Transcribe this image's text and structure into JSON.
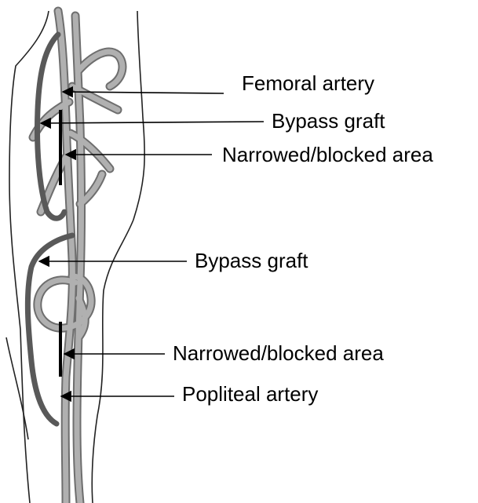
{
  "labels": {
    "femoral_artery": "Femoral artery",
    "bypass_graft_upper": "Bypass graft",
    "narrowed_upper": "Narrowed/blocked area",
    "bypass_graft_lower": "Bypass graft",
    "narrowed_lower": "Narrowed/blocked area",
    "popliteal_artery": "Popliteal artery"
  },
  "colors": {
    "artery": "#a8a8a8",
    "artery_outline": "#6e6e6e",
    "graft": "#595959",
    "blockage": "#000000",
    "leg_outline": "#222222",
    "pointer": "#000000"
  }
}
